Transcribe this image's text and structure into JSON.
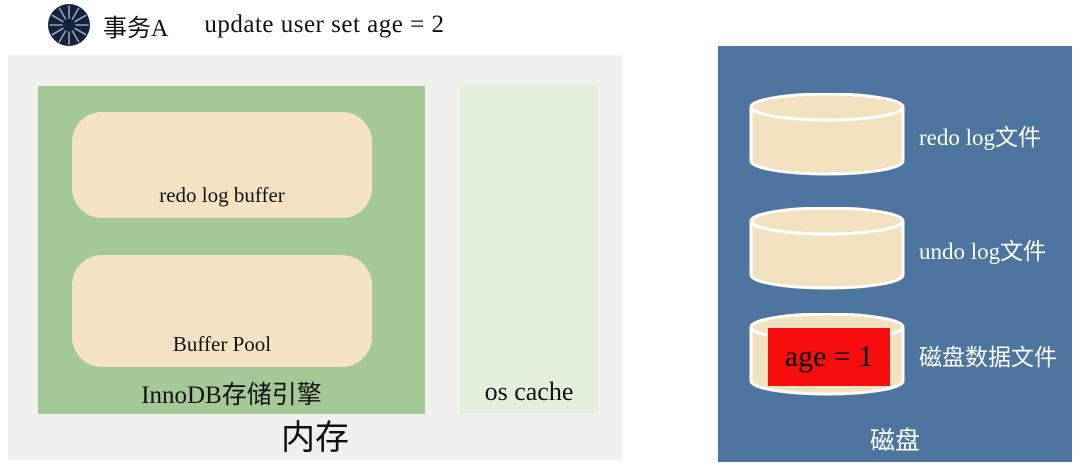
{
  "header": {
    "transaction_label": "事务A",
    "sql_statement": "update user set age = 2"
  },
  "memory_panel": {
    "label": "内存",
    "innodb": {
      "label": "InnoDB存储引擎",
      "blocks": [
        {
          "label": "redo log buffer"
        },
        {
          "label": "Buffer Pool"
        }
      ]
    },
    "os_cache": {
      "label": "os cache"
    }
  },
  "disk_panel": {
    "label": "磁盘",
    "cylinders": [
      {
        "label": "redo log文件"
      },
      {
        "label": "undo log文件"
      },
      {
        "label": "磁盘数据文件",
        "value": "age = 1"
      }
    ]
  },
  "icons": {
    "clock": "clock-icon",
    "cylinder": "database-cylinder-icon"
  },
  "colors": {
    "memory_panel_bg": "#f0f0ee",
    "innodb_green": "#a5c897",
    "os_cache_green": "#e3efdb",
    "block_tan": "#f4e3c2",
    "disk_blue": "#4d75a0",
    "cylinder_tan": "#f3e2c0",
    "highlight_red": "#f60d0d",
    "clock_navy": "#15223e",
    "text_dark": "#111111",
    "text_light": "#ffffff"
  }
}
